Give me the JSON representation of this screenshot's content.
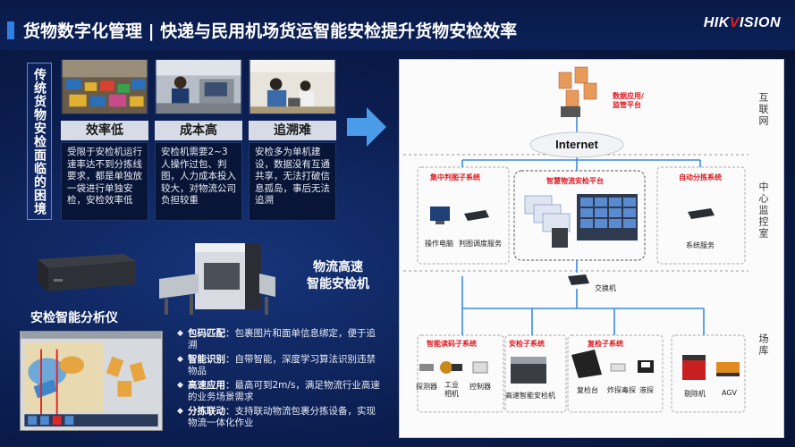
{
  "header": {
    "title": "货物数字化管理 | 快递与民用机场货运智能安检提升货物安检效率",
    "logo": "HIKVISION"
  },
  "left_panel": {
    "vertical_label": "传统货物安检面临的困境",
    "cards": [
      {
        "caption": "效率低",
        "desc": "受限于安检机运行速率达不到分拣线要求，都是单独放一袋进行单独安检，安检效率低"
      },
      {
        "caption": "成本高",
        "desc": "安检机需要2~3人操作过包、判图，人力成本投入较大，对物流公司负担较重"
      },
      {
        "caption": "追溯难",
        "desc": "安检多为单机建设，数据没有互通共享，无法打破信息孤岛，事后无法追溯"
      }
    ],
    "product_label_1": "物流高速",
    "product_label_2": "智能安检机",
    "analyzer_title": "安检智能分析仪",
    "features": [
      {
        "term": "包码匹配",
        "text": "：包裹图片和面单信息绑定，便于追溯"
      },
      {
        "term": "智能识别",
        "text": "：自带智能，深度学习算法识别违禁物品"
      },
      {
        "term": "高速应用",
        "text": "：最高可到2m/s，满足物流行业高速的业务场景需求"
      },
      {
        "term": "分拣联动",
        "text": "：支持联动物流包裹分拣设备，实现物流一体化作业"
      }
    ]
  },
  "diagram": {
    "zones": [
      "互联网",
      "中心监控室",
      "场库"
    ],
    "data_platform": "数据应用/\n监管平台",
    "internet": "Internet",
    "systems": {
      "judge": "集中判图子系统",
      "platform": "智慧物流安检平台",
      "sorting": "自动分拣系统",
      "reader": "智能读码子系统",
      "inspect": "安检子系统",
      "recheck": "复检子系统"
    },
    "labels": {
      "pc": "操作电脑",
      "judge_server": "判图调度服务",
      "sys_server": "系统服务",
      "switch": "交换机",
      "detector": "探测器",
      "camera1": "工业",
      "camera2": "相机",
      "controller": "控制器",
      "scanner": "高速智能安检机",
      "desk": "复检台",
      "explosive": "炸探毒探",
      "liquid": "液探",
      "rejector": "剔除机",
      "agv": "AGV"
    }
  },
  "colors": {
    "accent": "#2e7fe6",
    "system_red": "#e0181e",
    "link_blue": "#3b8de0"
  }
}
